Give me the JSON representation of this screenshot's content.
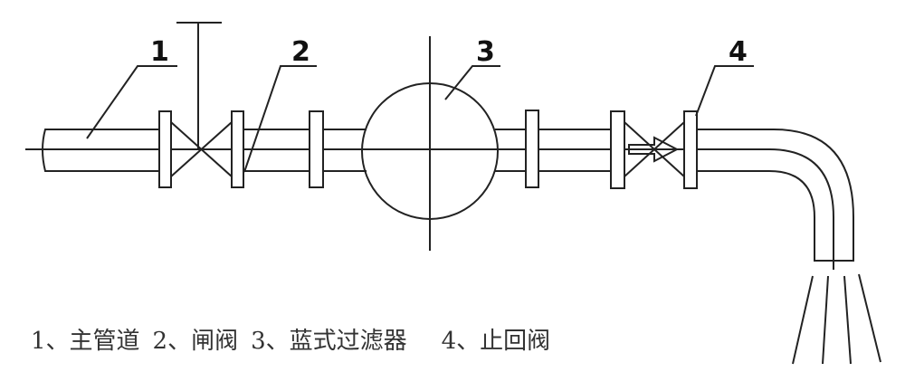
{
  "diagram": {
    "callouts": [
      "1",
      "2",
      "3",
      "4"
    ],
    "legend": [
      "1、主管道",
      "2、闸阀",
      "3、蓝式过滤器",
      "4、止回阀"
    ],
    "line_color": "#222222"
  }
}
